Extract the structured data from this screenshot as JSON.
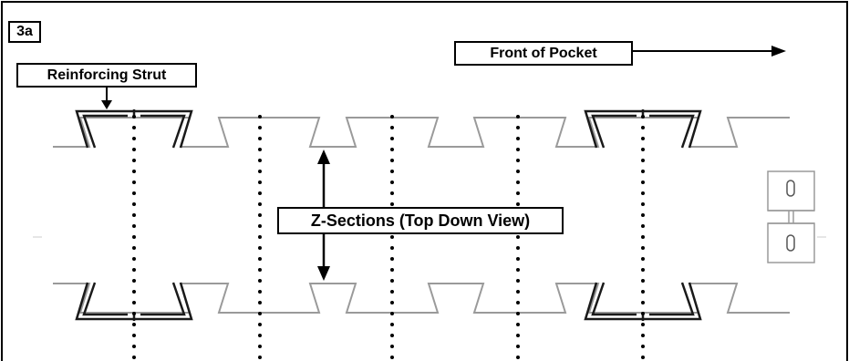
{
  "figure_label": "3a",
  "labels": {
    "reinforcing_strut": "Reinforcing Strut",
    "front_of_pocket": "Front of Pocket",
    "z_sections": "Z-Sections (Top Down View)"
  },
  "colors": {
    "outline": "#000000",
    "profile": "#9a9a9a",
    "strut": "#1a1a1a",
    "background": "#ffffff"
  }
}
